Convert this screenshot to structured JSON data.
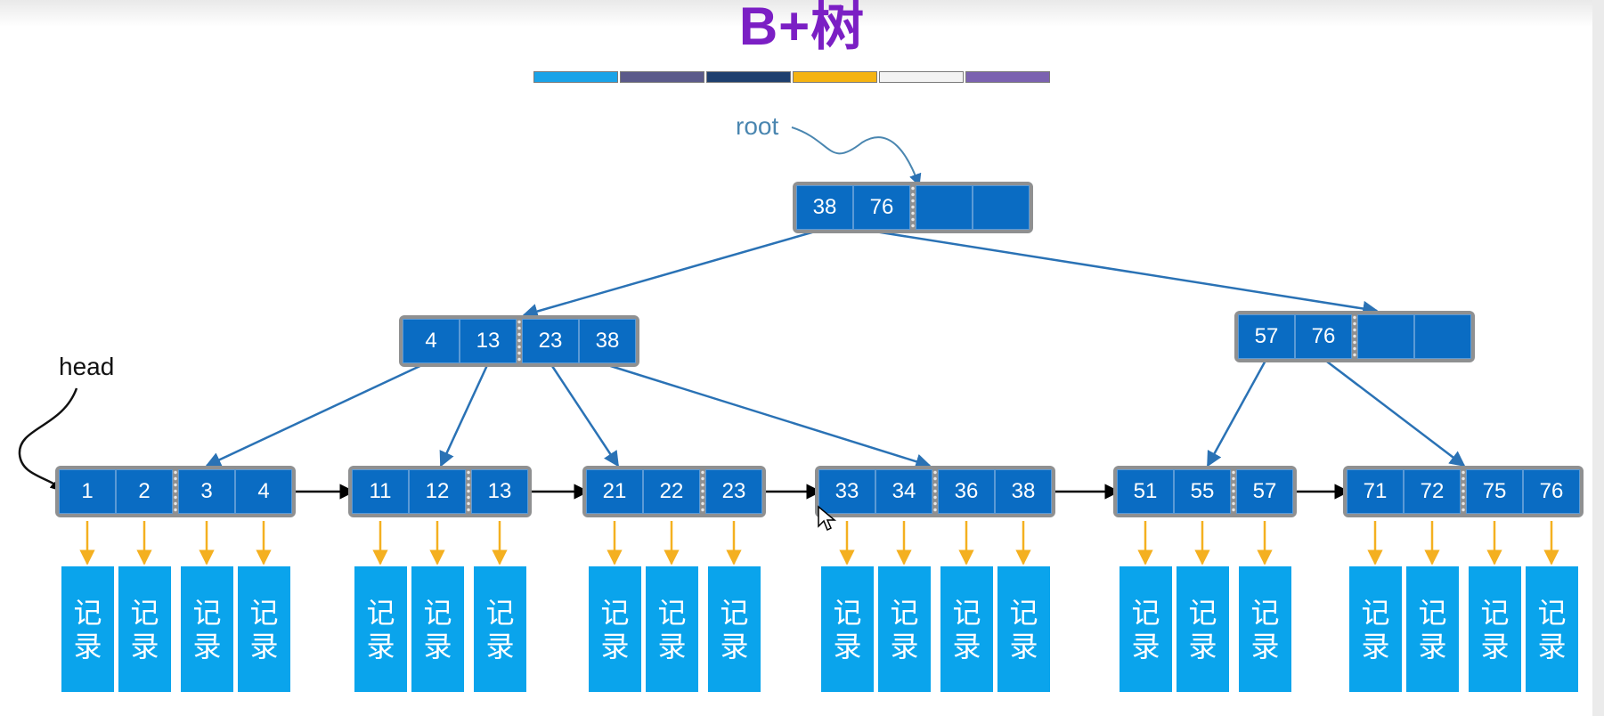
{
  "title": "B+树",
  "color_bar": [
    "#1aa3e8",
    "#5b5a8a",
    "#1e3f6e",
    "#f5b311",
    "#f3f3f3",
    "#7b62b0"
  ],
  "labels": {
    "root": "root",
    "head": "head"
  },
  "record_label": [
    "记",
    "录"
  ],
  "nodes": {
    "root": {
      "keys": [
        "38",
        "76"
      ],
      "slots": 4
    },
    "inner_left": {
      "keys": [
        "4",
        "13",
        "23",
        "38"
      ],
      "slots": 4
    },
    "inner_right": {
      "keys": [
        "57",
        "76"
      ],
      "slots": 4
    },
    "leaves": [
      {
        "keys": [
          "1",
          "2",
          "3",
          "4"
        ]
      },
      {
        "keys": [
          "11",
          "12",
          "13"
        ]
      },
      {
        "keys": [
          "21",
          "22",
          "23"
        ]
      },
      {
        "keys": [
          "33",
          "34",
          "36",
          "38"
        ]
      },
      {
        "keys": [
          "51",
          "55",
          "57"
        ]
      },
      {
        "keys": [
          "71",
          "72",
          "75",
          "76"
        ]
      }
    ]
  },
  "colors": {
    "node_cell": "#0a6cc3",
    "tree_edge": "#2a72b5",
    "leaf_link": "#000000",
    "record_arrow": "#f4b020",
    "record_box": "#0aa4ec",
    "title": "#7b1fc4"
  }
}
